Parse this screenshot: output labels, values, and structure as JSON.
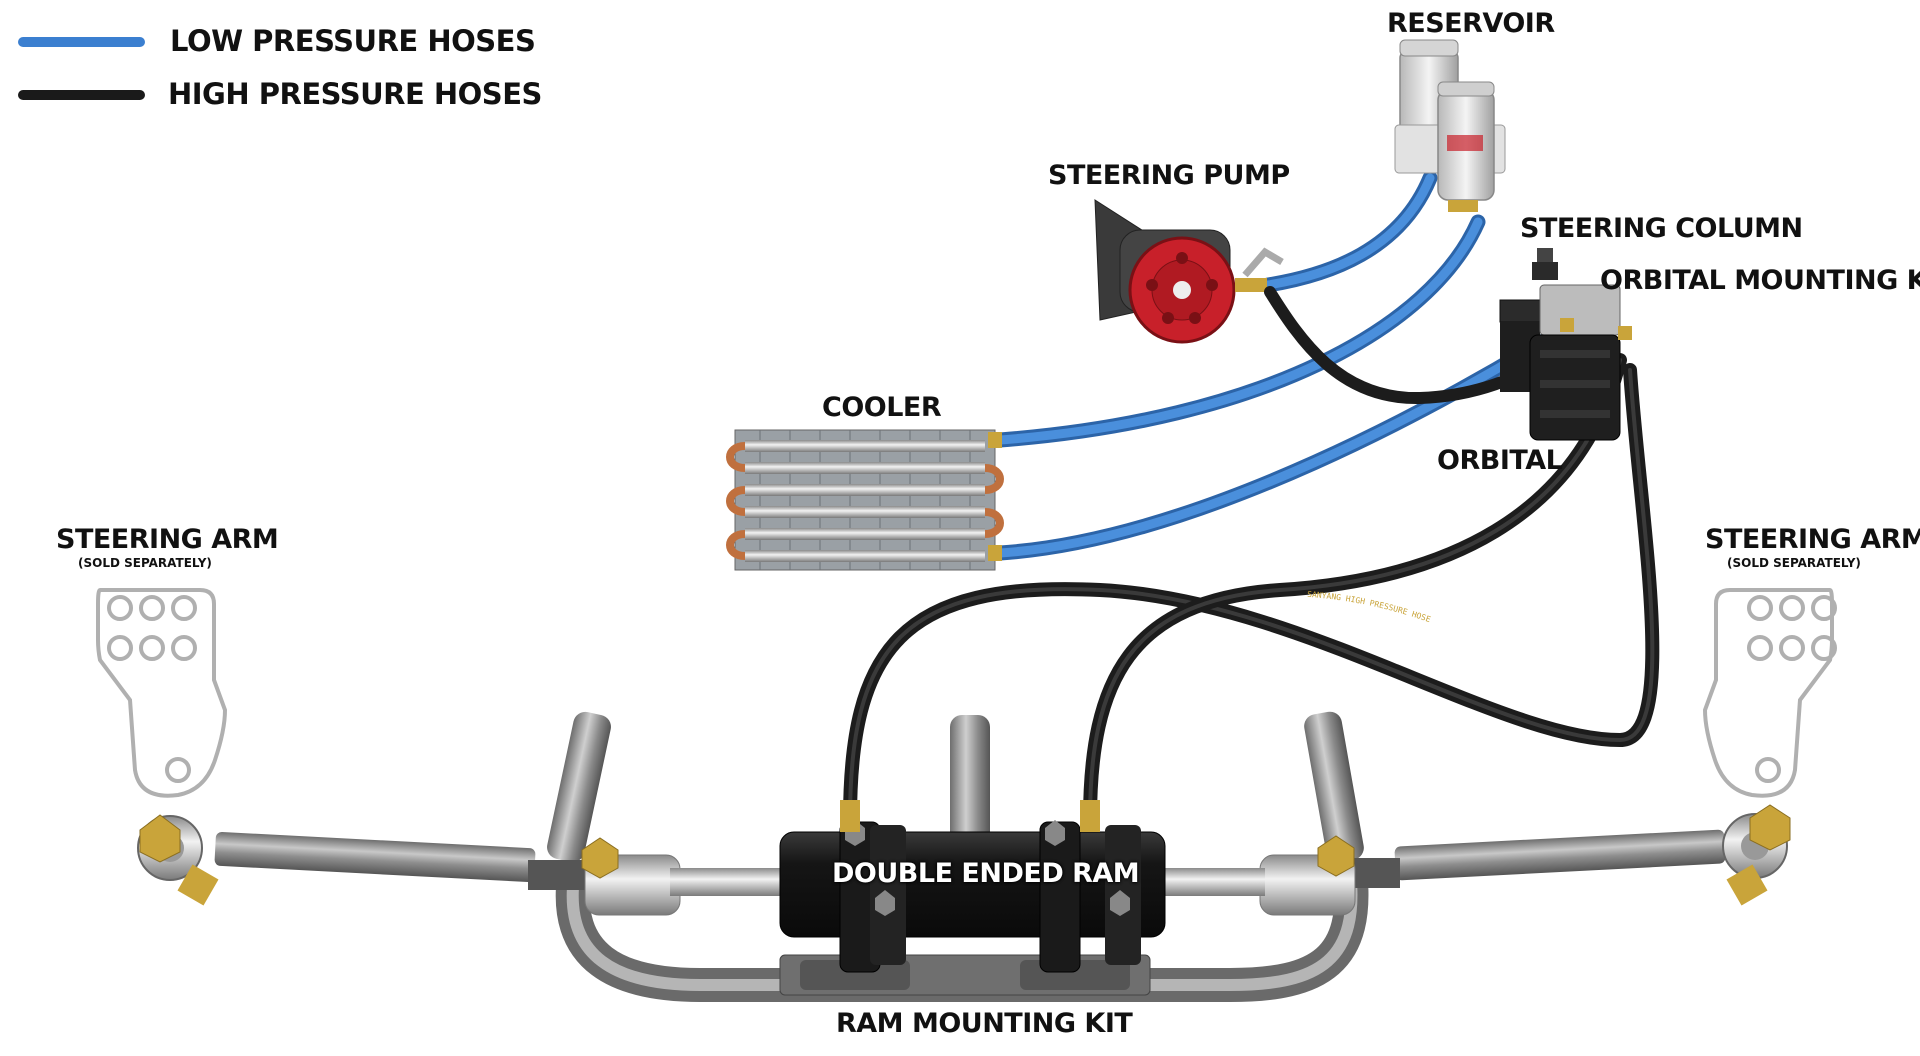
{
  "legend": {
    "low": {
      "label": "LOW PRESSURE HOSES",
      "color": "#3b7fd0"
    },
    "high": {
      "label": "HIGH PRESSURE HOSES",
      "color": "#1a1a1a"
    }
  },
  "labels": {
    "reservoir": "RESERVOIR",
    "steering_pump": "STEERING PUMP",
    "steering_column": "STEERING COLUMN",
    "orbital_mounting_kit": "ORBITAL MOUNTING KIT",
    "cooler": "COOLER",
    "orbital": "ORBITAL",
    "steering_arm_left": "STEERING ARM",
    "steering_arm_left_note": "(SOLD SEPARATELY)",
    "steering_arm_right": "STEERING ARM",
    "steering_arm_right_note": "(SOLD SEPARATELY)",
    "double_ended_ram": "DOUBLE ENDED RAM",
    "ram_mounting_kit": "RAM MOUNTING KIT",
    "hose_print": "SANYANG HIGH PRESSURE HOSE"
  },
  "colors": {
    "low_hose": "#3b7fd0",
    "high_hose": "#1c1c1c",
    "pump_pulley": "#c8202a",
    "steel": "#9a9a9a",
    "copper": "#c0703e",
    "ram_body": "#1e1e1e",
    "brass": "#c9a43a"
  }
}
